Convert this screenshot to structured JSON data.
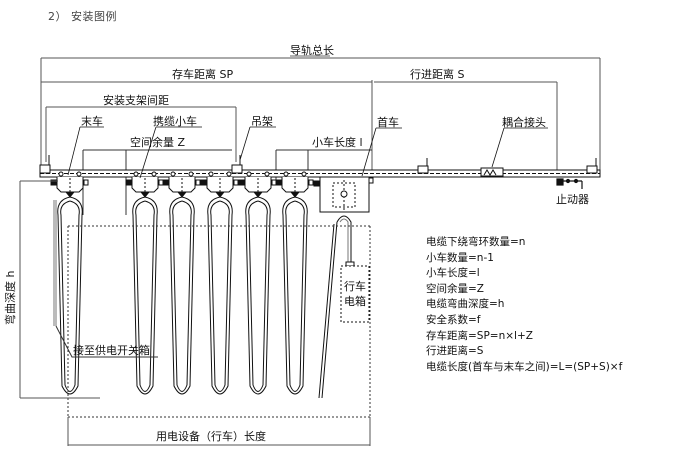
{
  "heading": "2）  安装图例",
  "dimensions": {
    "rail_total_length": "导轨总长",
    "parking_distance": "存车距离 SP",
    "travel_distance": "行进距离 S",
    "bracket_spacing": "安装支架间距",
    "clearance": "空间余量 Z",
    "trolley_length": "小车长度 l",
    "bend_depth": "弯曲深度 h",
    "equipment_length": "用电设备（行车）长度"
  },
  "callouts": {
    "end_trolley": "末车",
    "cable_trolley": "携缆小车",
    "hanger": "吊架",
    "head_trolley": "首车",
    "coupling_joint": "耦合接头",
    "end_stop": "止动器",
    "supply_switchbox": "接至供电开关箱",
    "crane_box_line1": "行车",
    "crane_box_line2": "电箱"
  },
  "formulas": [
    "电缆下绕弯环数量=n",
    "小车数量=n-1",
    "小车长度=l",
    "空间余量=Z",
    "电缆弯曲深度=h",
    "安全系数=f",
    "存车距离=SP=n×l+Z",
    "行进距离=S",
    "电缆长度(首车与末车之间)=L=(SP+S)×f"
  ],
  "diagram": {
    "trolley_count": 6,
    "cable_loop_count": 6
  },
  "colors": {
    "line": "#111111",
    "dim_line": "#555555",
    "heading": "#444444"
  }
}
